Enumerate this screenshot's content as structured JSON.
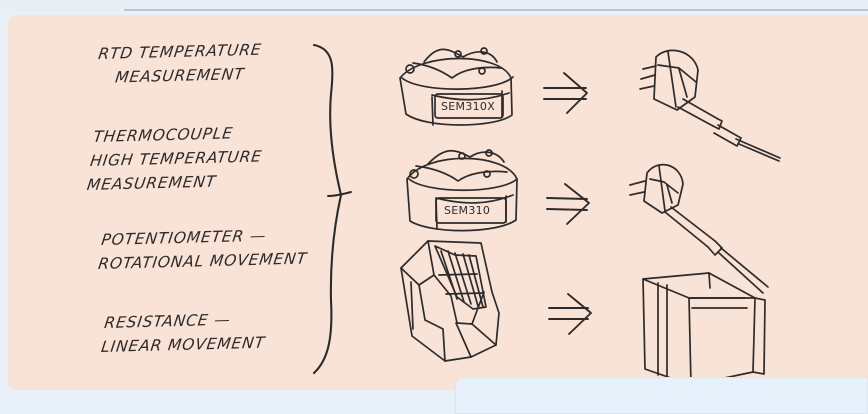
{
  "labels": {
    "rtd": {
      "line1": "RTD TEMPERATURE",
      "line2": "MEASUREMENT"
    },
    "thermocouple": {
      "line1": "THERMOCOUPLE",
      "line2": "HIGH TEMPERATURE",
      "line3": "MEASUREMENT"
    },
    "potentiometer": {
      "line1": "POTENTIOMETER —",
      "line2": "ROTATIONAL MOVEMENT"
    },
    "resistance": {
      "line1": "RESISTANCE —",
      "line2": "LINEAR MOVEMENT"
    }
  },
  "modules": {
    "top": "SEM310X",
    "middle": "SEM310"
  },
  "colors": {
    "card_background": "#f9e2d6",
    "ink": "#2d2b2b",
    "bottom_panel": "#e7f1fb"
  }
}
